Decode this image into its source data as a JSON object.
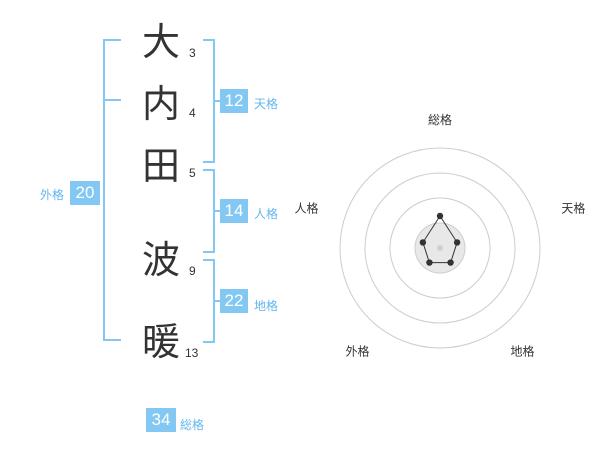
{
  "name": {
    "chars": [
      {
        "char": "大",
        "strokes": "3"
      },
      {
        "char": "内",
        "strokes": "4"
      },
      {
        "char": "田",
        "strokes": "5"
      },
      {
        "char": "波",
        "strokes": "9"
      },
      {
        "char": "暖",
        "strokes": "13"
      }
    ]
  },
  "kaku": {
    "tenkaku": {
      "value": "12",
      "label": "天格"
    },
    "jinkaku": {
      "value": "14",
      "label": "人格"
    },
    "chikaku": {
      "value": "22",
      "label": "地格"
    },
    "gaikaku": {
      "value": "20",
      "label": "外格"
    },
    "soukaku": {
      "value": "34",
      "label": "総格"
    }
  },
  "chart_data": {
    "type": "radar",
    "axes": [
      "総格",
      "天格",
      "地格",
      "外格",
      "人格"
    ],
    "levels": 4,
    "values": [
      2,
      1,
      1,
      1,
      1
    ],
    "max": 5,
    "colors": {
      "accent": "#82c8f3",
      "line": "#333333",
      "ring": "#cccccc"
    }
  }
}
